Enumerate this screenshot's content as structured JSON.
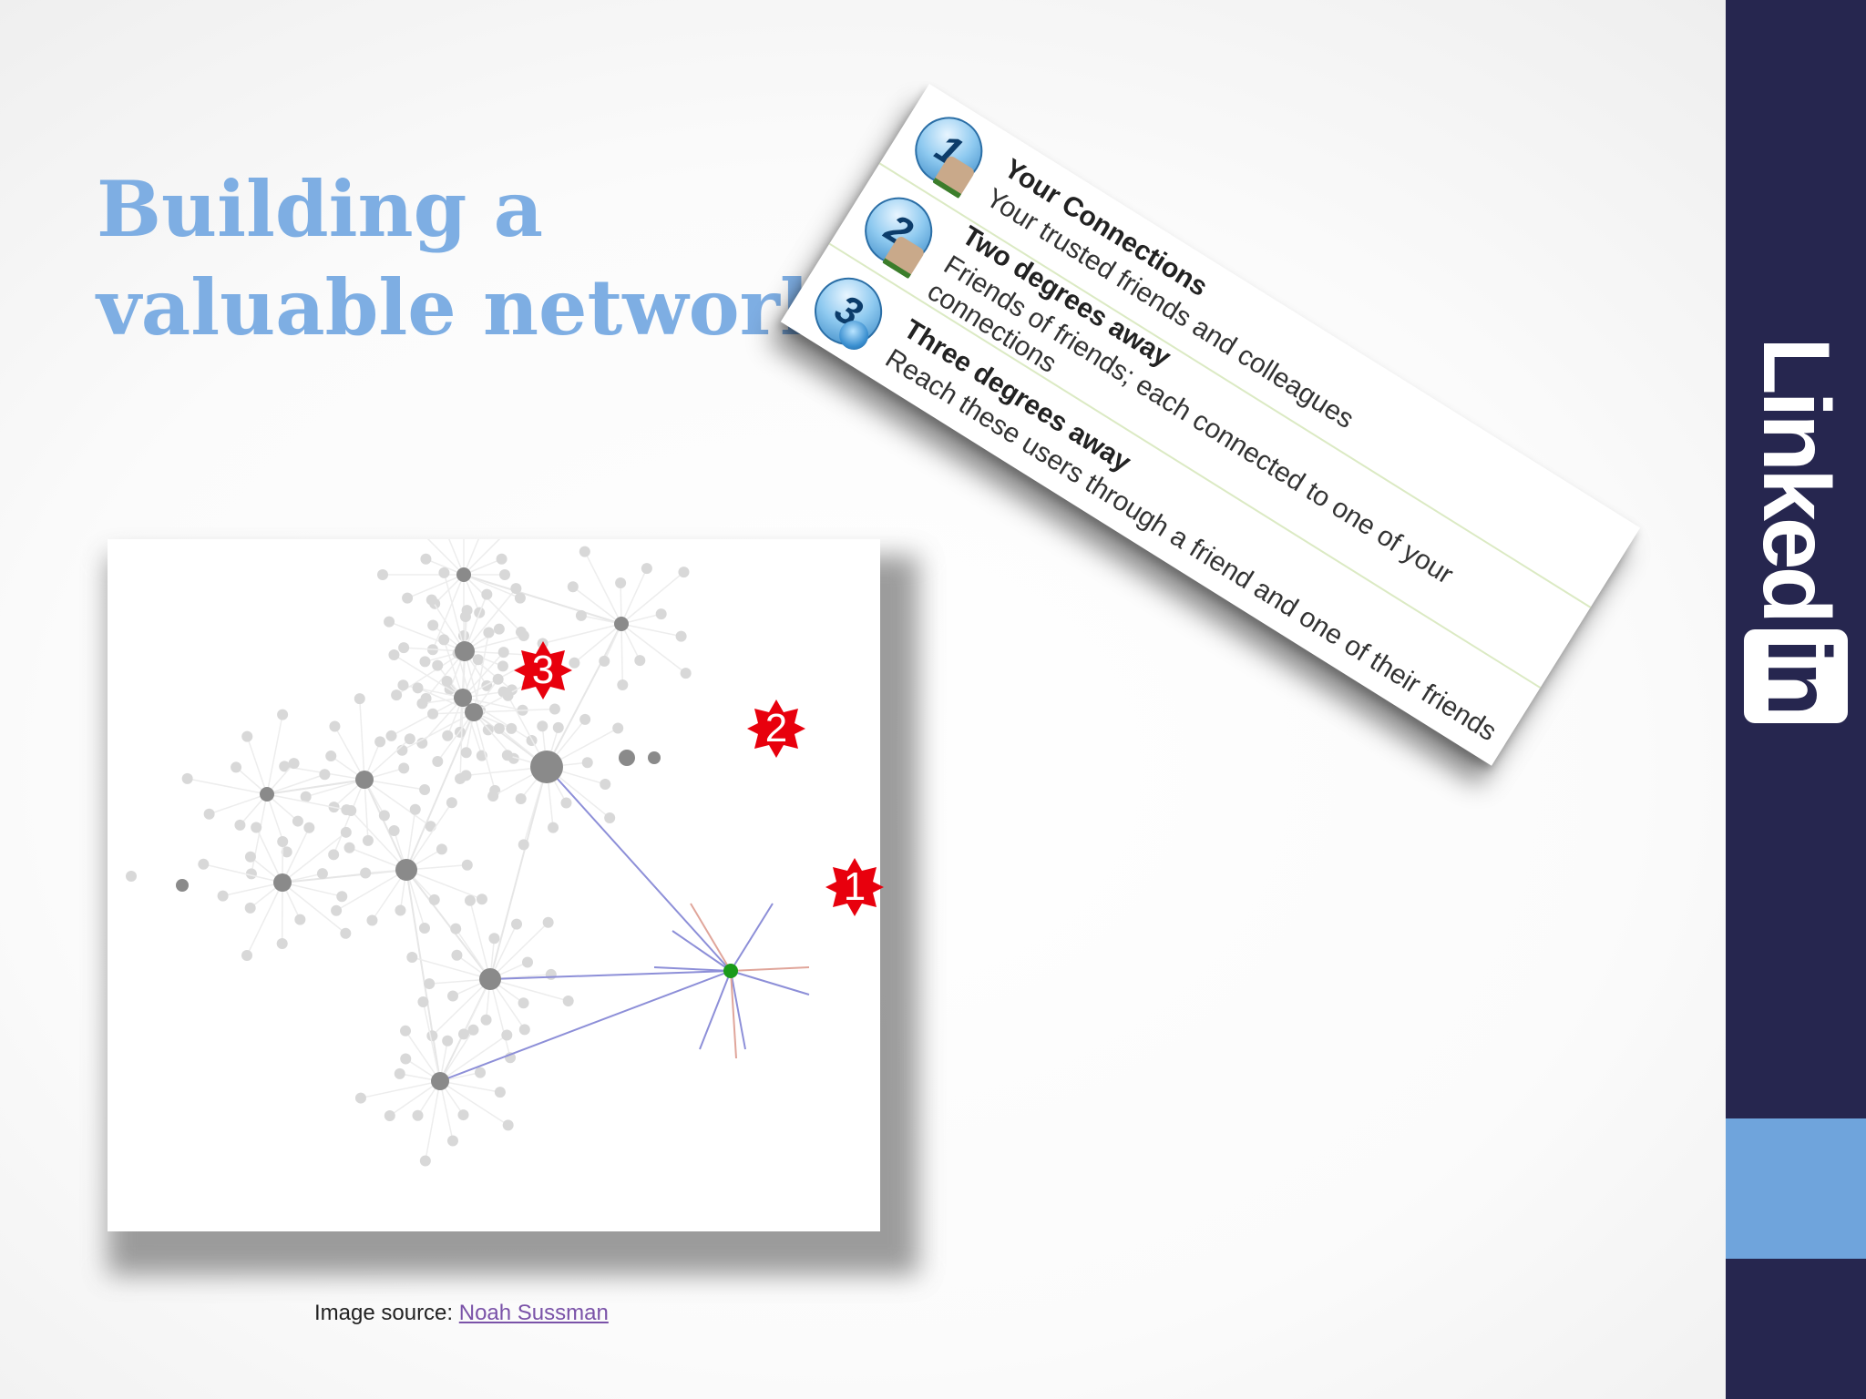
{
  "slide": {
    "title_lines": [
      "Building a",
      "valuable network"
    ],
    "brand": {
      "word": "Linked",
      "box": "in"
    },
    "colors": {
      "title": "#7eaee3",
      "brand_bar": "#26264f",
      "brand_accent": "#6fa4dc",
      "marker": "#e8000d"
    }
  },
  "network_image": {
    "markers": [
      "3",
      "2",
      "1"
    ]
  },
  "source": {
    "label": "Image source:",
    "link": "Noah Sussman"
  },
  "degrees": [
    {
      "number": "1",
      "icon": "people-icon",
      "heading": "Your Connections",
      "subtext": "Your trusted friends and colleagues"
    },
    {
      "number": "2",
      "icon": "people-icon",
      "heading": "Two degrees away",
      "subtext": "Friends of friends; each connected to one of your connections"
    },
    {
      "number": "3",
      "icon": "globe-icon",
      "heading": "Three degrees away",
      "subtext": "Reach these users through a friend and one of their friends"
    }
  ]
}
